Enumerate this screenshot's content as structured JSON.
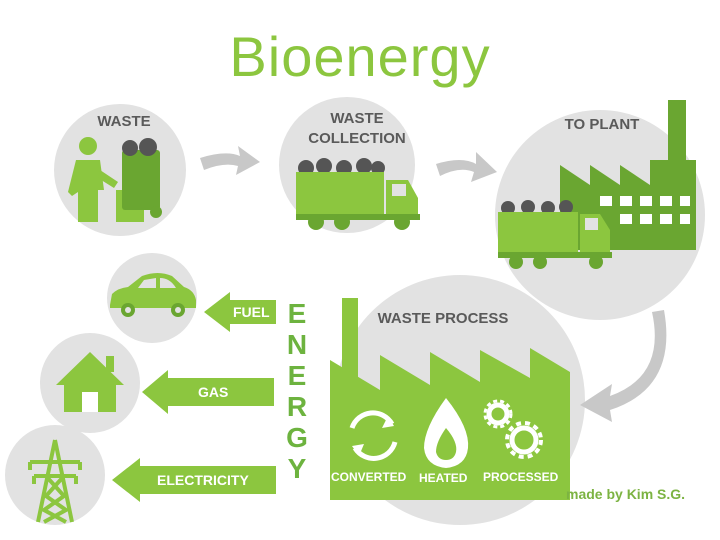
{
  "title": "Bioenergy",
  "steps": {
    "waste": "WASTE",
    "waste_collection_line1": "WASTE",
    "waste_collection_line2": "COLLECTION",
    "to_plant": "TO PLANT",
    "waste_process": "WASTE PROCESS"
  },
  "process_labels": [
    "CONVERTED",
    "HEATED",
    "PROCESSED"
  ],
  "energy_letters": [
    "E",
    "N",
    "E",
    "R",
    "G",
    "Y"
  ],
  "outputs": [
    "FUEL",
    "GAS",
    "ELECTRICITY"
  ],
  "credit": "made by Kim S.G.",
  "colors": {
    "green": "#8cc63f",
    "dark_green": "#6aa631",
    "circle_gray": "#e2e2e2",
    "arrow_gray": "#c8c8c8",
    "label_gray": "#5a5a5a"
  },
  "icons": [
    "person-trash-icon",
    "garbage-truck-icon",
    "factory-icon",
    "car-icon",
    "house-icon",
    "power-tower-icon",
    "recycle-icon",
    "flame-icon",
    "gears-icon"
  ]
}
